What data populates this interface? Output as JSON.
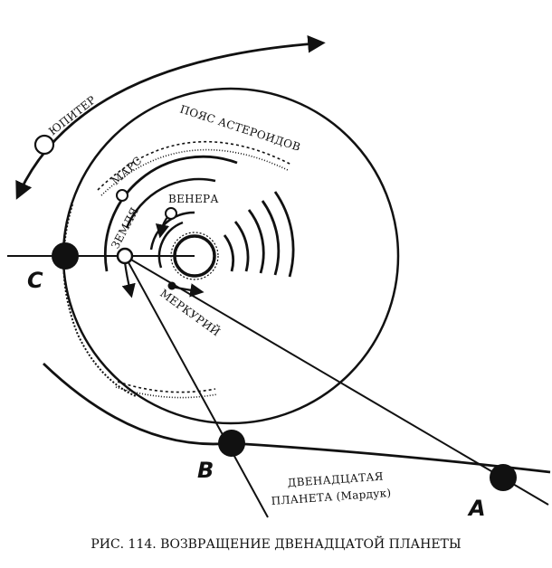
{
  "labels": {
    "jupiter": "ЮПИТЕР",
    "asteroid_belt": "ПОЯС АСТЕРОИДОВ",
    "mars": "МАРС",
    "venus": "ВЕНЕРА",
    "earth": "ЗЕМЛЯ",
    "mercury": "МЕРКУРИЙ",
    "point_c": "C",
    "point_b": "B",
    "point_a": "A",
    "twelfth_planet_line1": "ДВЕНАДЦАТАЯ",
    "twelfth_planet_line2": "ПЛАНЕТА (Мардук)"
  },
  "caption": "РИС. 114. ВОЗВРАЩЕНИЕ ДВЕНАДЦАТОЙ ПЛАНЕТЫ",
  "colors": {
    "ink": "#111111",
    "paper": "#ffffff"
  }
}
